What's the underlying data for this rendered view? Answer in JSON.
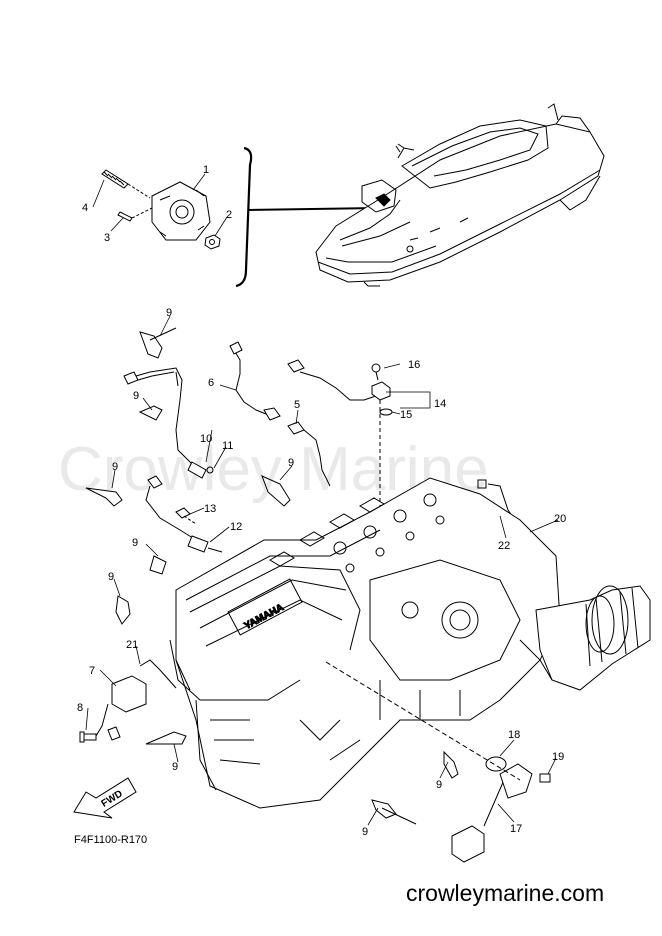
{
  "diagram": {
    "watermark": "Crowley Marine",
    "drawing_code": "F4F1100-R170",
    "website": "crowleymarine.com",
    "fwd_label": "FWD",
    "callouts": [
      "1",
      "2",
      "3",
      "4",
      "5",
      "6",
      "7",
      "8",
      "9",
      "9",
      "9",
      "9",
      "9",
      "9",
      "9",
      "9",
      "9",
      "10",
      "11",
      "12",
      "13",
      "14",
      "15",
      "16",
      "17",
      "18",
      "19",
      "20",
      "21",
      "22"
    ]
  }
}
